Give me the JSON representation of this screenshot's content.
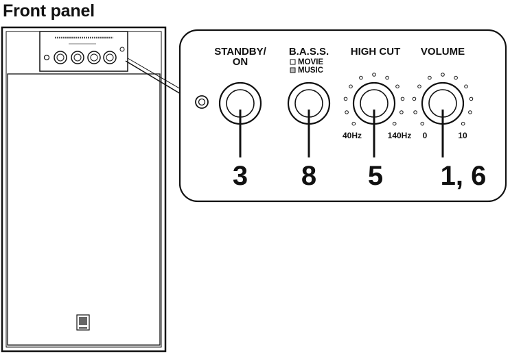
{
  "page_title": "Front panel",
  "controls": {
    "standby": {
      "label_line1": "STANDBY/",
      "label_line2": "ON",
      "callout": "3"
    },
    "bass": {
      "label": "B.A.S.S.",
      "mode_movie": "MOVIE",
      "mode_music": "MUSIC",
      "callout": "8"
    },
    "high_cut": {
      "label": "HIGH CUT",
      "min": "40Hz",
      "max": "140Hz",
      "callout": "5"
    },
    "volume": {
      "label": "VOLUME",
      "min": "0",
      "max": "10",
      "callout": "1, 6"
    }
  }
}
